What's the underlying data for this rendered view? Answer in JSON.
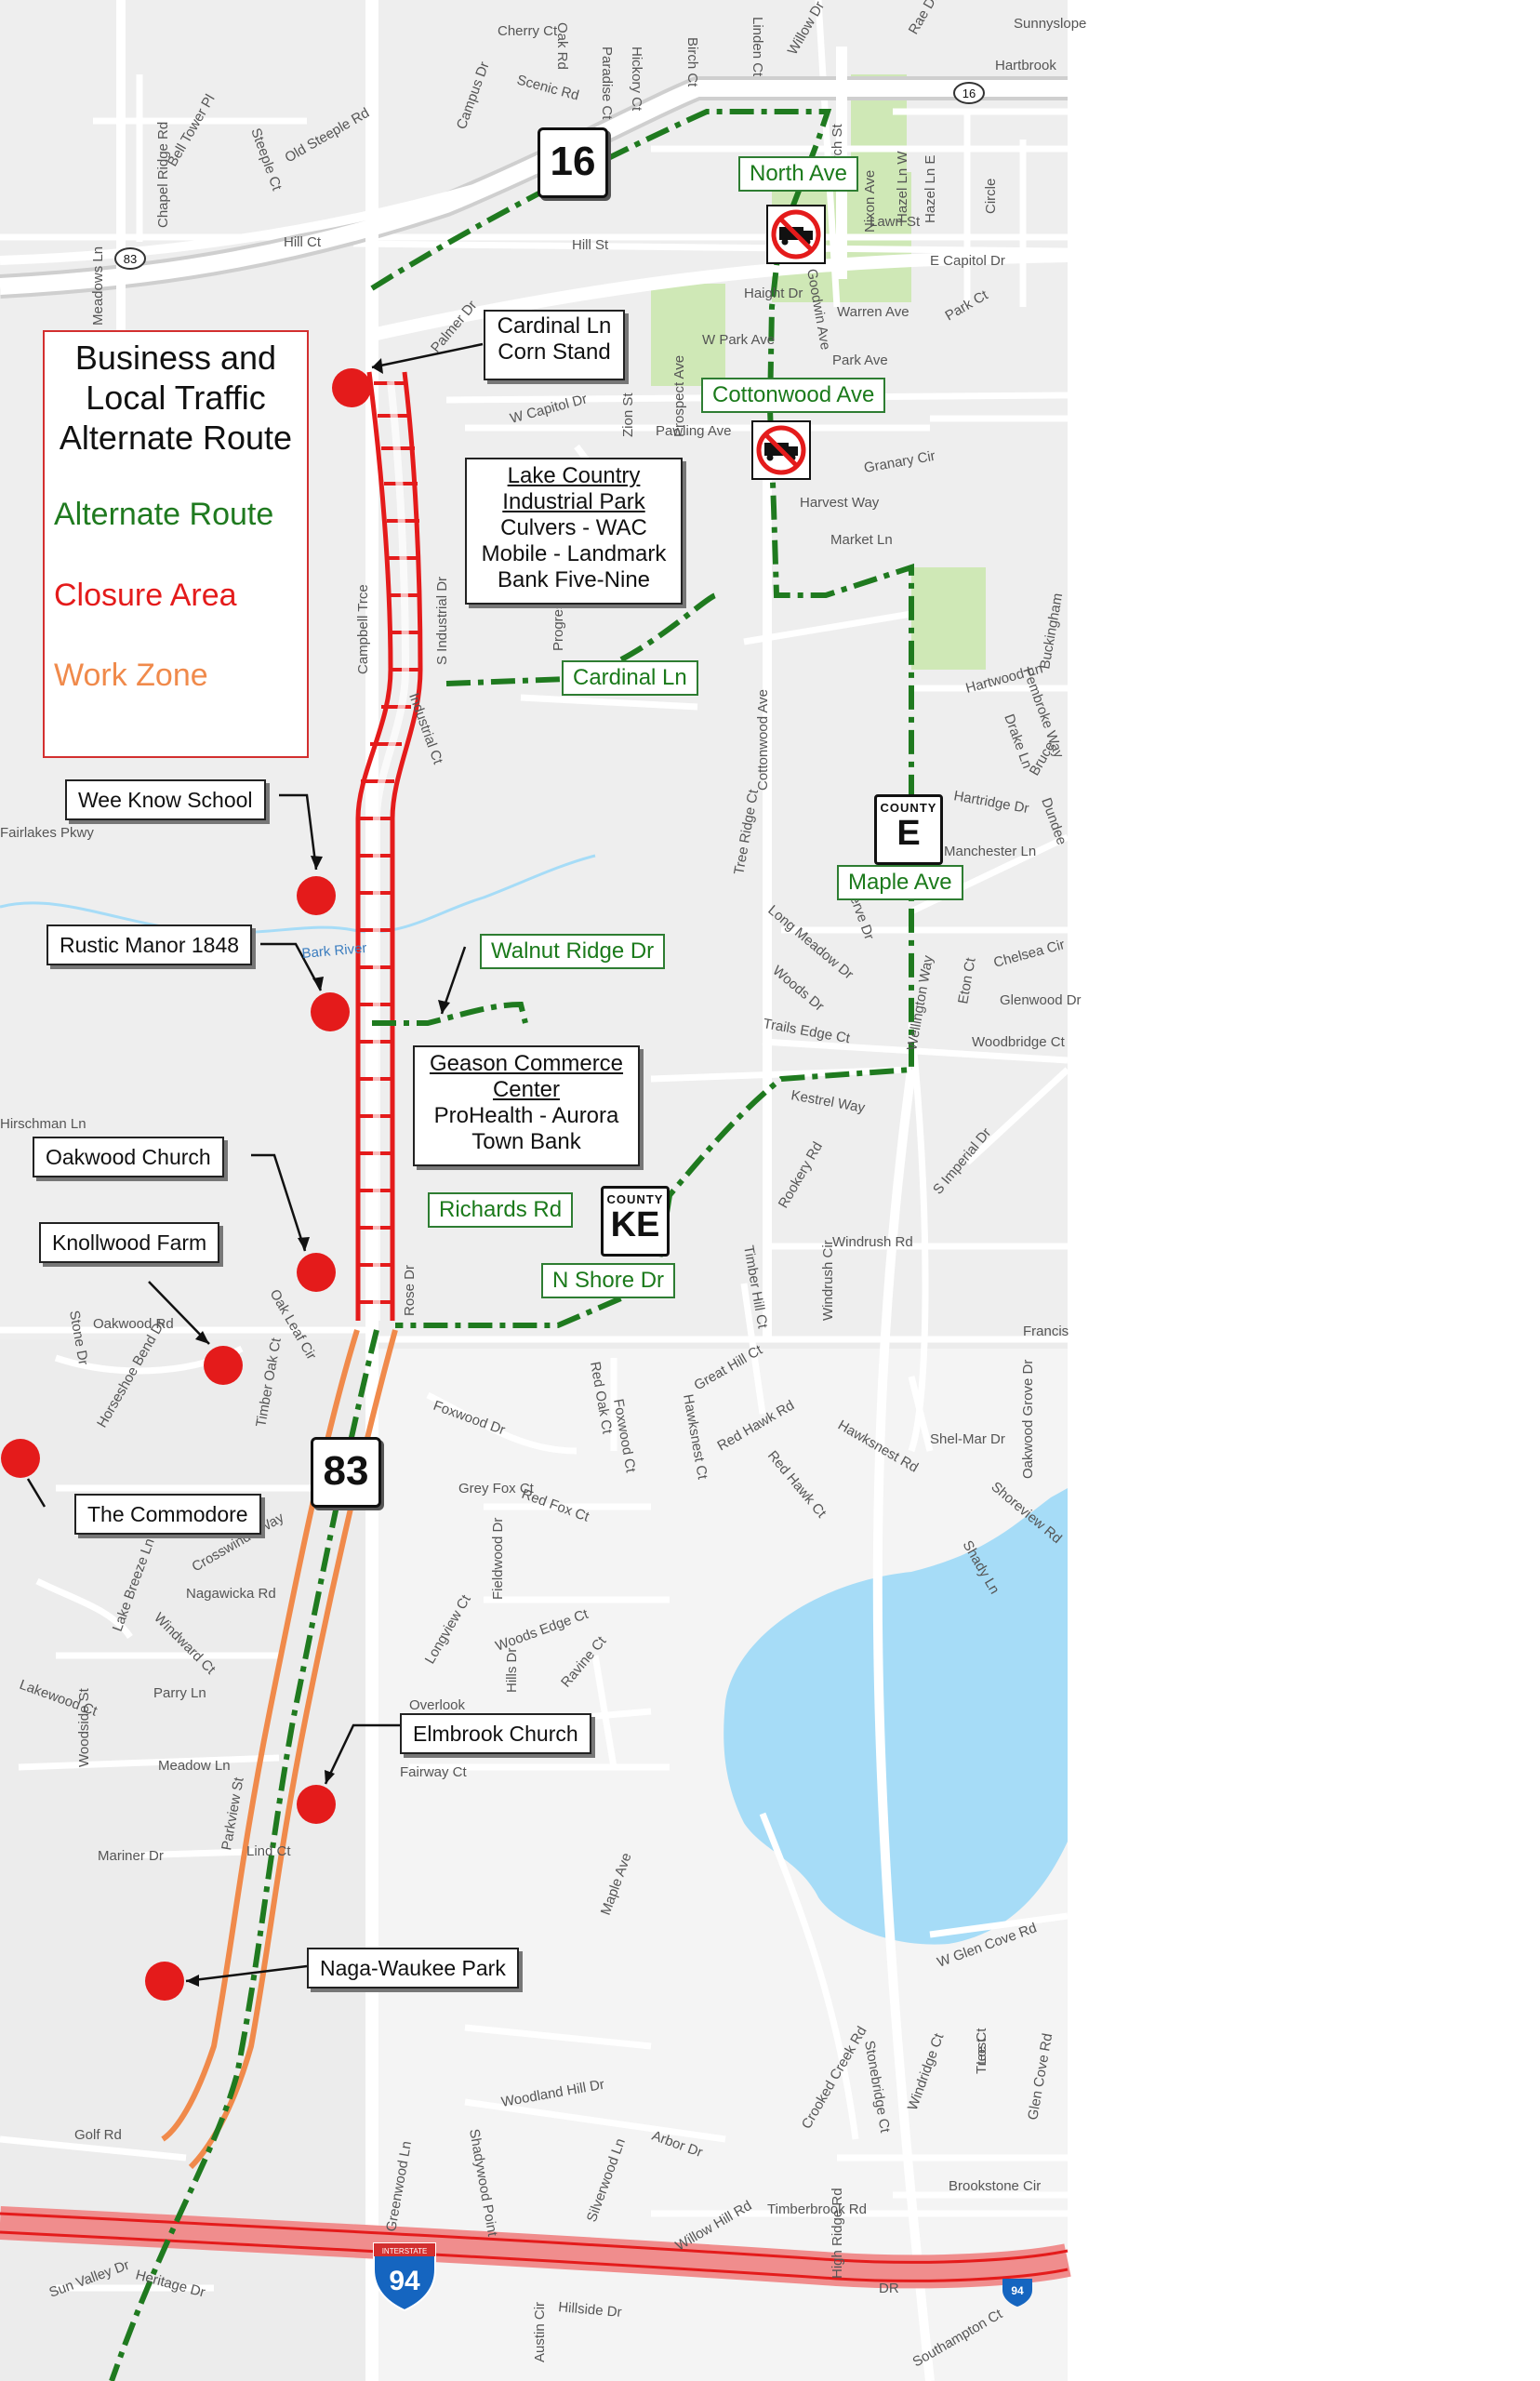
{
  "legend": {
    "title_lines": [
      "Business and",
      "Local Traffic",
      "Alternate Route"
    ],
    "alternate_route": "Alternate Route",
    "closure_area": "Closure Area",
    "work_zone": "Work Zone"
  },
  "colors": {
    "alternate_route": "#1f7a1f",
    "closure": "#e41b1b",
    "work_zone": "#f08a4b",
    "water": "#a6dcf7",
    "park": "#cfe8b6"
  },
  "callouts": {
    "cardinal_corn": [
      "Cardinal Ln",
      "Corn Stand"
    ],
    "lake_country": {
      "title": [
        "Lake Country",
        "Industrial Park"
      ],
      "lines": [
        "Culvers - WAC",
        "Mobile - Landmark",
        "Bank Five-Nine"
      ]
    },
    "geason": {
      "title": [
        "Geason Commerce",
        "Center"
      ],
      "lines": [
        "ProHealth - Aurora",
        "Town Bank"
      ]
    }
  },
  "locations": [
    {
      "id": "wee-know-school",
      "label": "Wee Know School"
    },
    {
      "id": "rustic-manor",
      "label": "Rustic Manor 1848"
    },
    {
      "id": "oakwood-church",
      "label": "Oakwood Church"
    },
    {
      "id": "knollwood-farm",
      "label": "Knollwood Farm"
    },
    {
      "id": "the-commodore",
      "label": "The Commodore"
    },
    {
      "id": "elmbrook-church",
      "label": "Elmbrook Church"
    },
    {
      "id": "naga-waukee-park",
      "label": "Naga-Waukee Park"
    }
  ],
  "route_labels": {
    "north_ave": "North Ave",
    "cottonwood_ave": "Cottonwood Ave",
    "cardinal_ln": "Cardinal Ln",
    "maple_ave": "Maple Ave",
    "walnut_ridge_dr": "Walnut Ridge Dr",
    "richards_rd": "Richards Rd",
    "n_shore_dr": "N Shore Dr"
  },
  "shields": {
    "hwy16": "16",
    "hwy83": "83",
    "county_word": "COUNTY",
    "county_e": "E",
    "county_ke": "KE",
    "interstate_word": "INTERSTATE",
    "i94": "94"
  },
  "streets": {
    "s01": "Cherry Ct",
    "s02": "Oak Rd",
    "s03": "Scenic Rd",
    "s04": "Paradise Ct",
    "s05": "Hickory Ct",
    "s06": "Birch Ct",
    "s07": "Linden Ct",
    "s08": "Willow Dr",
    "s09": "Rae Dr",
    "s10": "Sunnyslope",
    "s11": "Hartbrook",
    "s12": "Campus Dr",
    "s13": "Bell Tower Pl",
    "s14": "Steeple Ct",
    "s15": "Old Steeple Rd",
    "s16": "Chapel Ridge Rd",
    "s17": "Hill Ct",
    "s18": "Hill St",
    "s19": "Church St",
    "s20": "Lawn St",
    "s21": "Nixon Ave",
    "s22": "Hazel Ln W",
    "s23": "Hazel Ln E",
    "s24": "Circle",
    "s25": "E Capitol Dr",
    "s26": "Palmer Dr",
    "s27": "Haight Dr",
    "s28": "Goodwin Ave",
    "s29": "Warren Ave",
    "s30": "Park Ct",
    "s31": "W Park Ave",
    "s32": "Park Ave",
    "s33": "W Capitol Dr",
    "s34": "Zion St",
    "s35": "Prospect Ave",
    "s36": "Pawling Ave",
    "s37": "Granary Cir",
    "s38": "Harvest Way",
    "s39": "Market Ln",
    "s40": "Campbell Trce",
    "s41": "S Industrial Dr",
    "s42": "Industrial Ct",
    "s43": "Progress",
    "s44": "Cottonwood Ave",
    "s45": "Hartwood Ln",
    "s46": "Pembroke Way",
    "s47": "Drake Ln",
    "s48": "Hartridge Dr",
    "s49": "Manchester Ln",
    "s50": "Dundee",
    "s51": "Tree Ridge Ct",
    "s52": "Long Meadow Dr",
    "s53": "Woods Dr",
    "s54": "Trails Edge Ct",
    "s55": "Reserve Dr",
    "s56": "Wellington Way",
    "s57": "Eton Ct",
    "s58": "Chelsea Cir",
    "s59": "Glenwood Dr",
    "s60": "Woodbridge Ct",
    "s61": "Fairlakes Pkwy",
    "s62": "Bark River",
    "s63": "Hirschman Ln",
    "s64": "Kestrel Way",
    "s65": "Rookery Rd",
    "s66": "S Imperial Dr",
    "s67": "Windrush Rd",
    "s68": "Timber Hill Ct",
    "s69": "Windrush Cir",
    "s70": "Rose Dr",
    "s71": "Oakwood Rd",
    "s72": "Oak Leaf Cir",
    "s73": "Stone Dr",
    "s74": "Horseshoe Bend Dr",
    "s75": "Timber Oak Ct",
    "s76": "Foxwood Dr",
    "s77": "Red Oak Ct",
    "s78": "Foxwood Ct",
    "s79": "Hawksnest Ct",
    "s80": "Great Hill Ct",
    "s81": "Red Hawk Rd",
    "s82": "Red Hawk Ct",
    "s83": "Hawksnest Rd",
    "s84": "Shel-Mar Dr",
    "s85": "Oakwood Grove Dr",
    "s86": "Shoreview Rd",
    "s87": "Shady Ln",
    "s88": "Grey Fox Ct",
    "s89": "Red Fox Ct",
    "s90": "Fieldwood Dr",
    "s91": "Crosswinds Way",
    "s92": "Lake Breeze Ln",
    "s93": "Nagawicka Rd",
    "s94": "Windward Ct",
    "s95": "Longview Ct",
    "s96": "Woods Edge Ct",
    "s97": "Hills Dr",
    "s98": "Ravine Ct",
    "s99": "Lakewood Ct",
    "s100": "Woodside St",
    "s101": "Parry Ln",
    "s102": "Overlook",
    "s103": "Fairway Ct",
    "s104": "Meadow Ln",
    "s105": "Parkview St",
    "s106": "Mariner Dr",
    "s107": "Lind Ct",
    "s108": "Maple Ave",
    "s109": "W Glen Cove Rd",
    "s110": "Windridge Ct",
    "s111": "Stonebridge Ct",
    "s112": "Crooked Creek Rd",
    "s113": "Tree Ct",
    "s114": "Lost",
    "s115": "Glen Cove Rd",
    "s116": "Golf Rd",
    "s117": "Woodland Hill Dr",
    "s118": "Shadywood Point",
    "s119": "Silverwood Ln",
    "s120": "Arbor Dr",
    "s121": "Greenwood Ln",
    "s122": "Willow Hill Rd",
    "s123": "Timberbrook Rd",
    "s124": "High Ridge Rd",
    "s125": "Brookstone Cir",
    "s126": "Sun Valley Dr",
    "s127": "Heritage Dr",
    "s128": "Hillside Dr",
    "s129": "Austin Cir",
    "s130": "Southampton Ct",
    "s131": "Francis",
    "s132": "Meadows Ln",
    "s133": "Buckingham",
    "s134": "Bruce",
    "s135": "DR"
  }
}
